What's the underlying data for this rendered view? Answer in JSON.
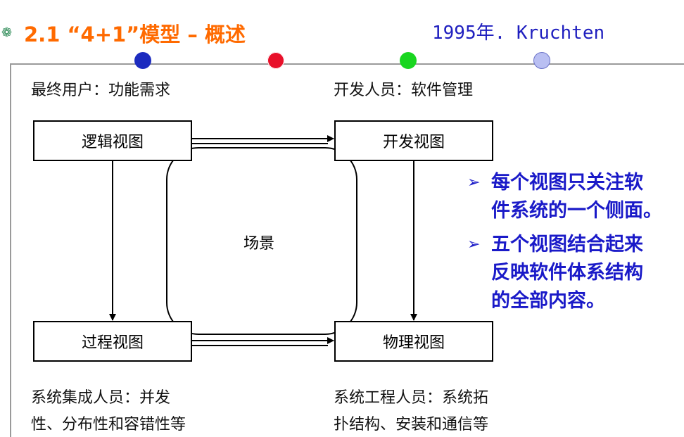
{
  "header": {
    "bullet": "❁",
    "title": "2.1 “4+1”模型 – 概述",
    "credit": "1995年. Kruchten"
  },
  "dots": [
    {
      "color": "#1c2bbf"
    },
    {
      "color": "#e8102a"
    },
    {
      "color": "#19d620"
    },
    {
      "color": "#b9bff2"
    }
  ],
  "stakeholders": {
    "top_left": "最终用户：功能需求",
    "top_right": "开发人员：软件管理",
    "bottom_left_1": "系统集成人员：并发",
    "bottom_left_2": "性、分布性和容错性等",
    "bottom_right_1": "系统工程人员：系统拓",
    "bottom_right_2": "扑结构、安装和通信等"
  },
  "views": {
    "logical": "逻辑视图",
    "development": "开发视图",
    "process": "过程视图",
    "physical": "物理视图",
    "scenario": "场景"
  },
  "notes": [
    {
      "line1": "每个视图只关注软",
      "line2": "件系统的一个侧面。"
    },
    {
      "line1": "五个视图结合起来",
      "line2": "反映软件体系结构",
      "line3": "的全部内容。"
    }
  ],
  "colors": {
    "title": "#ff6a00",
    "credit": "#1f1fbf",
    "notes": "#1a1ac8"
  }
}
